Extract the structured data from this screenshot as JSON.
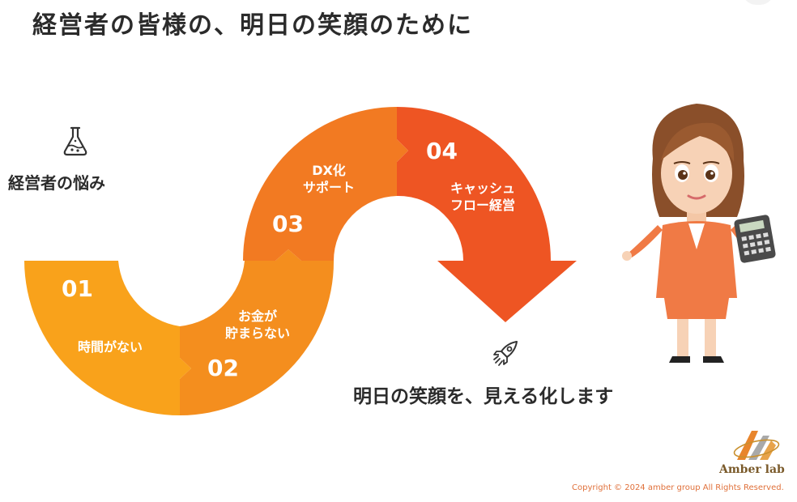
{
  "title": "経営者の皆様の、明日の笑顔のために",
  "worry": {
    "label": "経営者の悩み",
    "icon": "flask-icon"
  },
  "steps": [
    {
      "num": "01",
      "lines": [
        "時間がない"
      ],
      "color": "#F9A21B"
    },
    {
      "num": "02",
      "lines": [
        "お金が",
        "貯まらない"
      ],
      "color": "#F48E1E"
    },
    {
      "num": "03",
      "lines": [
        "DX化",
        "サポート"
      ],
      "color": "#F27A22"
    },
    {
      "num": "04",
      "lines": [
        "キャッシュ",
        "フロー経営"
      ],
      "color": "#EE5523"
    }
  ],
  "goal": {
    "text": "明日の笑顔を、見える化します",
    "icon": "rocket-icon"
  },
  "illustration": "businesswoman-with-calculator",
  "logo": {
    "name": "Amber lab",
    "icon": "amber-lab-logo-icon"
  },
  "copyright": "Copyright © 2024 amber group All Rights Reserved."
}
